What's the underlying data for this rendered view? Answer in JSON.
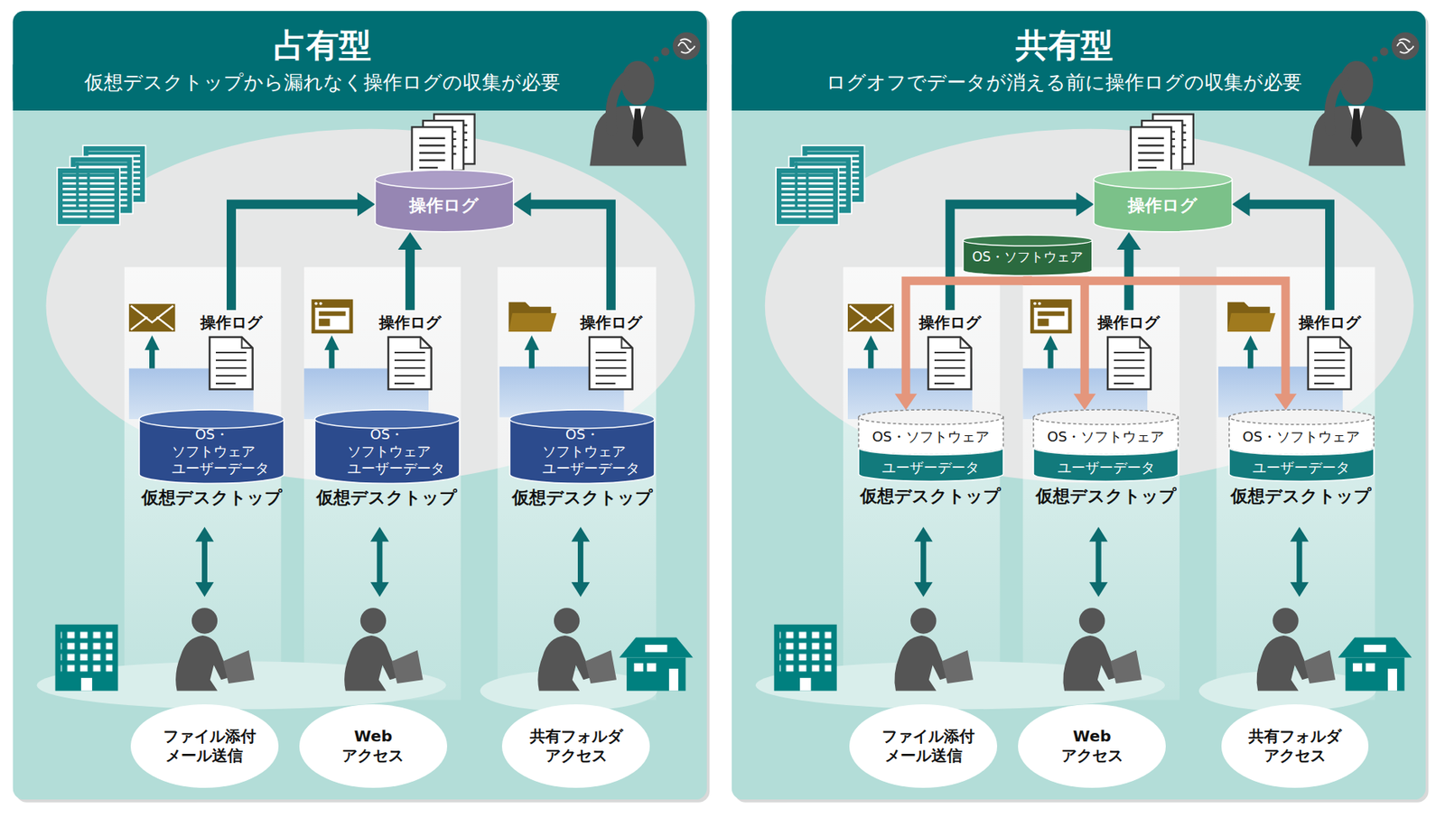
{
  "diagram": {
    "nodes": [
      {
        "text": [
          "占有型",
          "仮想デスクトップから漏れなく操作ログの収集が必要"
        ]
      },
      {
        "text": [
          "操作ログ"
        ],
        "in": 0
      },
      {
        "text": [
          "操作ログ"
        ],
        "in": 0
      },
      {
        "text": [
          "OS・ソフトウェア ユーザーデータ",
          "仮想デスクトップ"
        ],
        "in": 0
      },
      {
        "text": [
          "操作ログ"
        ],
        "in": 0
      },
      {
        "text": [
          "OS・ソフトウェア ユーザーデータ",
          "仮想デスクトップ"
        ],
        "in": 0
      },
      {
        "text": [
          "操作ログ"
        ],
        "in": 0
      },
      {
        "text": [
          "OS・ソフトウェア ユーザーデータ",
          "仮想デスクトップ"
        ],
        "in": 0
      },
      {
        "text": [
          "ファイル添付 メール送信"
        ],
        "in": 0
      },
      {
        "text": [
          "Web アクセス"
        ],
        "in": 0
      },
      {
        "text": [
          "共有フォルダ アクセス"
        ],
        "in": 0
      },
      {
        "text": [
          "共有型",
          "ログオフでデータが消える前に操作ログの収集が必要"
        ]
      },
      {
        "text": [
          "操作ログ"
        ],
        "in": 11
      },
      {
        "text": [
          "OS・ソフトウェア"
        ],
        "in": 11
      },
      {
        "text": [
          "操作ログ"
        ],
        "in": 11
      },
      {
        "text": [
          "OS・ソフトウェア",
          "ユーザーデータ",
          "仮想デスクトップ"
        ],
        "in": 11
      },
      {
        "text": [
          "操作ログ"
        ],
        "in": 11
      },
      {
        "text": [
          "OS・ソフトウェア",
          "ユーザーデータ",
          "仮想デスクトップ"
        ],
        "in": 11
      },
      {
        "text": [
          "操作ログ"
        ],
        "in": 11
      },
      {
        "text": [
          "OS・ソフトウェア",
          "ユーザーデータ",
          "仮想デスクトップ"
        ],
        "in": 11
      },
      {
        "text": [
          "ファイル添付 メール送信"
        ],
        "in": 11
      },
      {
        "text": [
          "Web アクセス"
        ],
        "in": 11
      },
      {
        "text": [
          "共有フォルダ アクセス"
        ],
        "in": 11
      }
    ],
    "edges": [
      {
        "from": 2,
        "to": 1,
        "arrow": "to"
      },
      {
        "from": 4,
        "to": 1,
        "arrow": "to"
      },
      {
        "from": 6,
        "to": 1,
        "arrow": "to"
      },
      {
        "from": 14,
        "to": 12,
        "arrow": "to"
      },
      {
        "from": 16,
        "to": 12,
        "arrow": "to"
      },
      {
        "from": 18,
        "to": 12,
        "arrow": "to"
      },
      {
        "from": 13,
        "to": 15,
        "arrow": "to"
      },
      {
        "from": 13,
        "to": 17,
        "arrow": "to"
      },
      {
        "from": 13,
        "to": 19,
        "arrow": "to"
      }
    ]
  }
}
